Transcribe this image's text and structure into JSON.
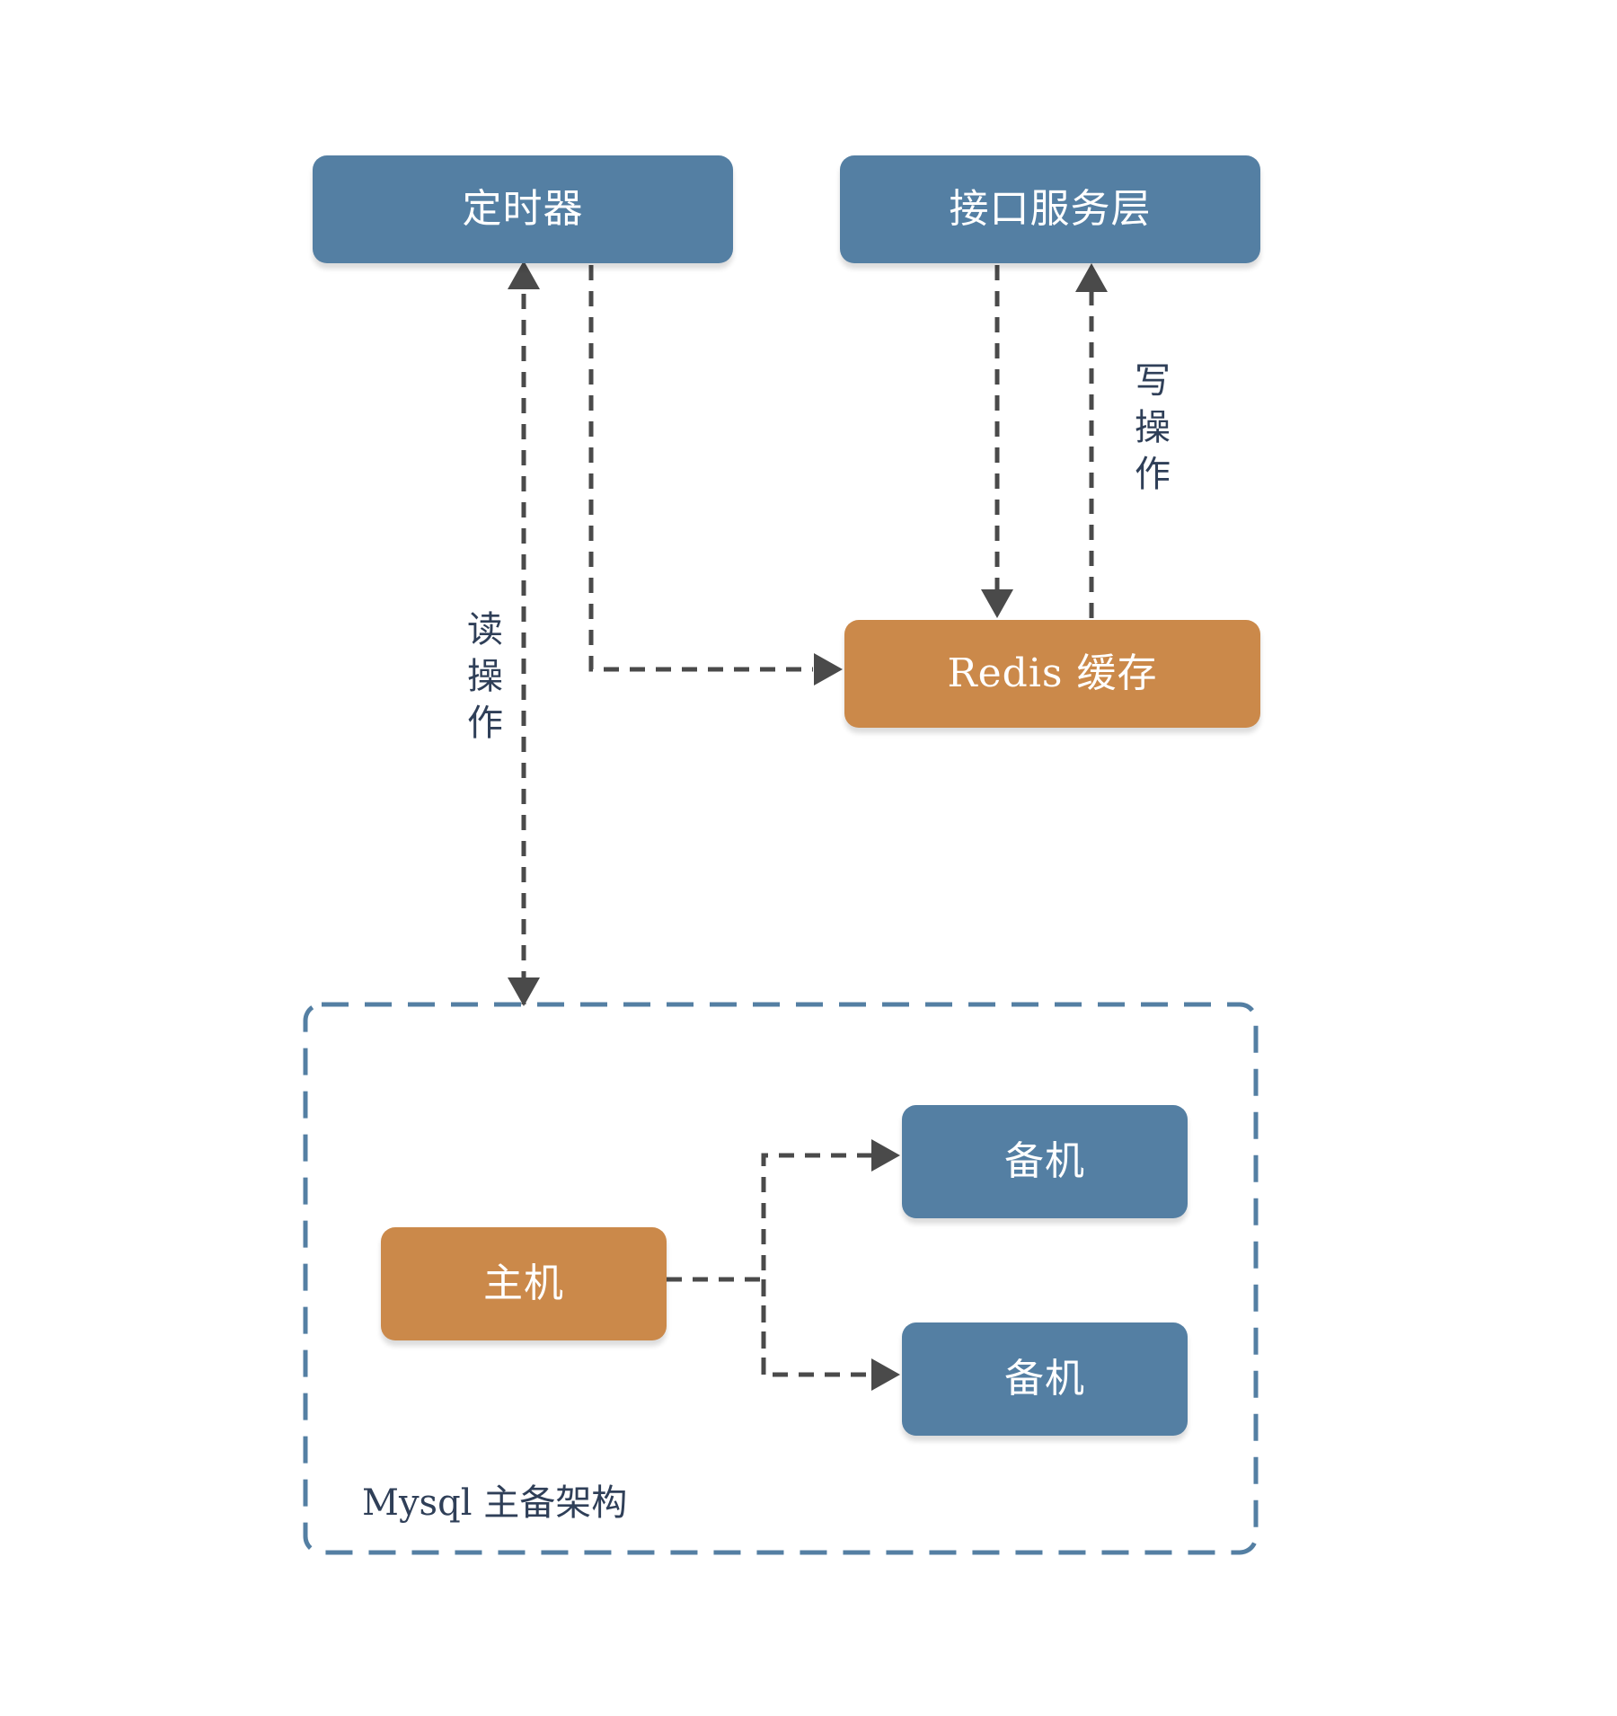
{
  "nodes": {
    "timer": "定时器",
    "api": "接口服务层",
    "redis_name": "Redis",
    "redis_cache": "缓存",
    "master": "主机",
    "backup1": "备机",
    "backup2": "备机"
  },
  "edge_labels": {
    "read": [
      "读",
      "操",
      "作"
    ],
    "write": [
      "写",
      "操",
      "作"
    ]
  },
  "cluster": {
    "title_latin": "Mysql",
    "title_cjk": "主备架构"
  },
  "colors": {
    "node_blue": "#547fa3",
    "node_orange": "#cb894a",
    "cluster_border": "#547fa3",
    "arrow": "#4a4a4a",
    "label_text": "#2f3f58"
  }
}
